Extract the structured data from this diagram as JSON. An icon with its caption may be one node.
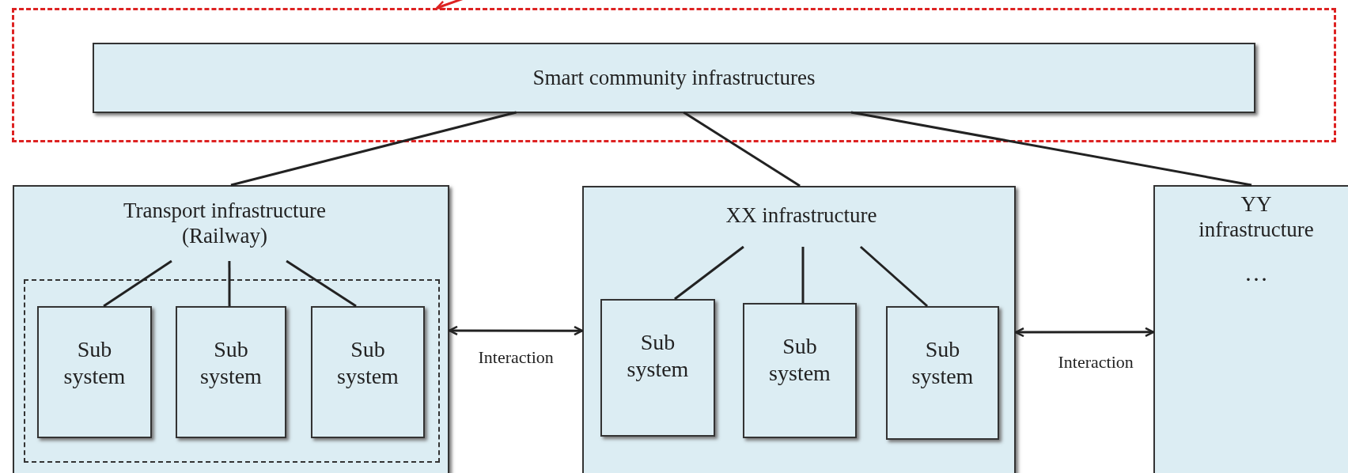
{
  "diagram": {
    "nodes": [
      {
        "text": [],
        "shape": "box"
      },
      {
        "text": [
          "Smart community infrastructures"
        ],
        "in": 0
      },
      {
        "text": [],
        "shape": "box"
      },
      {
        "text": [
          "Transport infrastructure (Railway)"
        ],
        "in": 2
      },
      {
        "text": [],
        "shape": "box",
        "in": 2
      },
      {
        "text": [
          "Sub system"
        ],
        "in": 4
      },
      {
        "text": [
          "Sub system"
        ],
        "in": 4
      },
      {
        "text": [
          "Sub system"
        ],
        "in": 4
      },
      {
        "text": [],
        "shape": "box"
      },
      {
        "text": [
          "XX infrastructure"
        ],
        "in": 8
      },
      {
        "text": [
          "Sub system"
        ],
        "in": 8
      },
      {
        "text": [
          "Sub system"
        ],
        "in": 8
      },
      {
        "text": [
          "Sub system"
        ],
        "in": 8
      },
      {
        "text": [
          "YY infrastructure",
          "…"
        ]
      }
    ],
    "edges": [
      {
        "from": null,
        "to": 0,
        "arrow": "to",
        "color": "#dd2222"
      },
      {
        "from": 1,
        "to": 2,
        "arrow": "none"
      },
      {
        "from": 1,
        "to": 8,
        "arrow": "none"
      },
      {
        "from": 1,
        "to": 13,
        "arrow": "none"
      },
      {
        "from": 3,
        "to": 5,
        "arrow": "none"
      },
      {
        "from": 3,
        "to": 6,
        "arrow": "none"
      },
      {
        "from": 3,
        "to": 7,
        "arrow": "none"
      },
      {
        "from": 9,
        "to": 10,
        "arrow": "none"
      },
      {
        "from": 9,
        "to": 11,
        "arrow": "none"
      },
      {
        "from": 9,
        "to": 12,
        "arrow": "none"
      },
      {
        "from": 2,
        "to": 8,
        "arrow": "both",
        "label": "Interaction"
      },
      {
        "from": 8,
        "to": 13,
        "arrow": "both",
        "label": "Interaction"
      }
    ]
  }
}
